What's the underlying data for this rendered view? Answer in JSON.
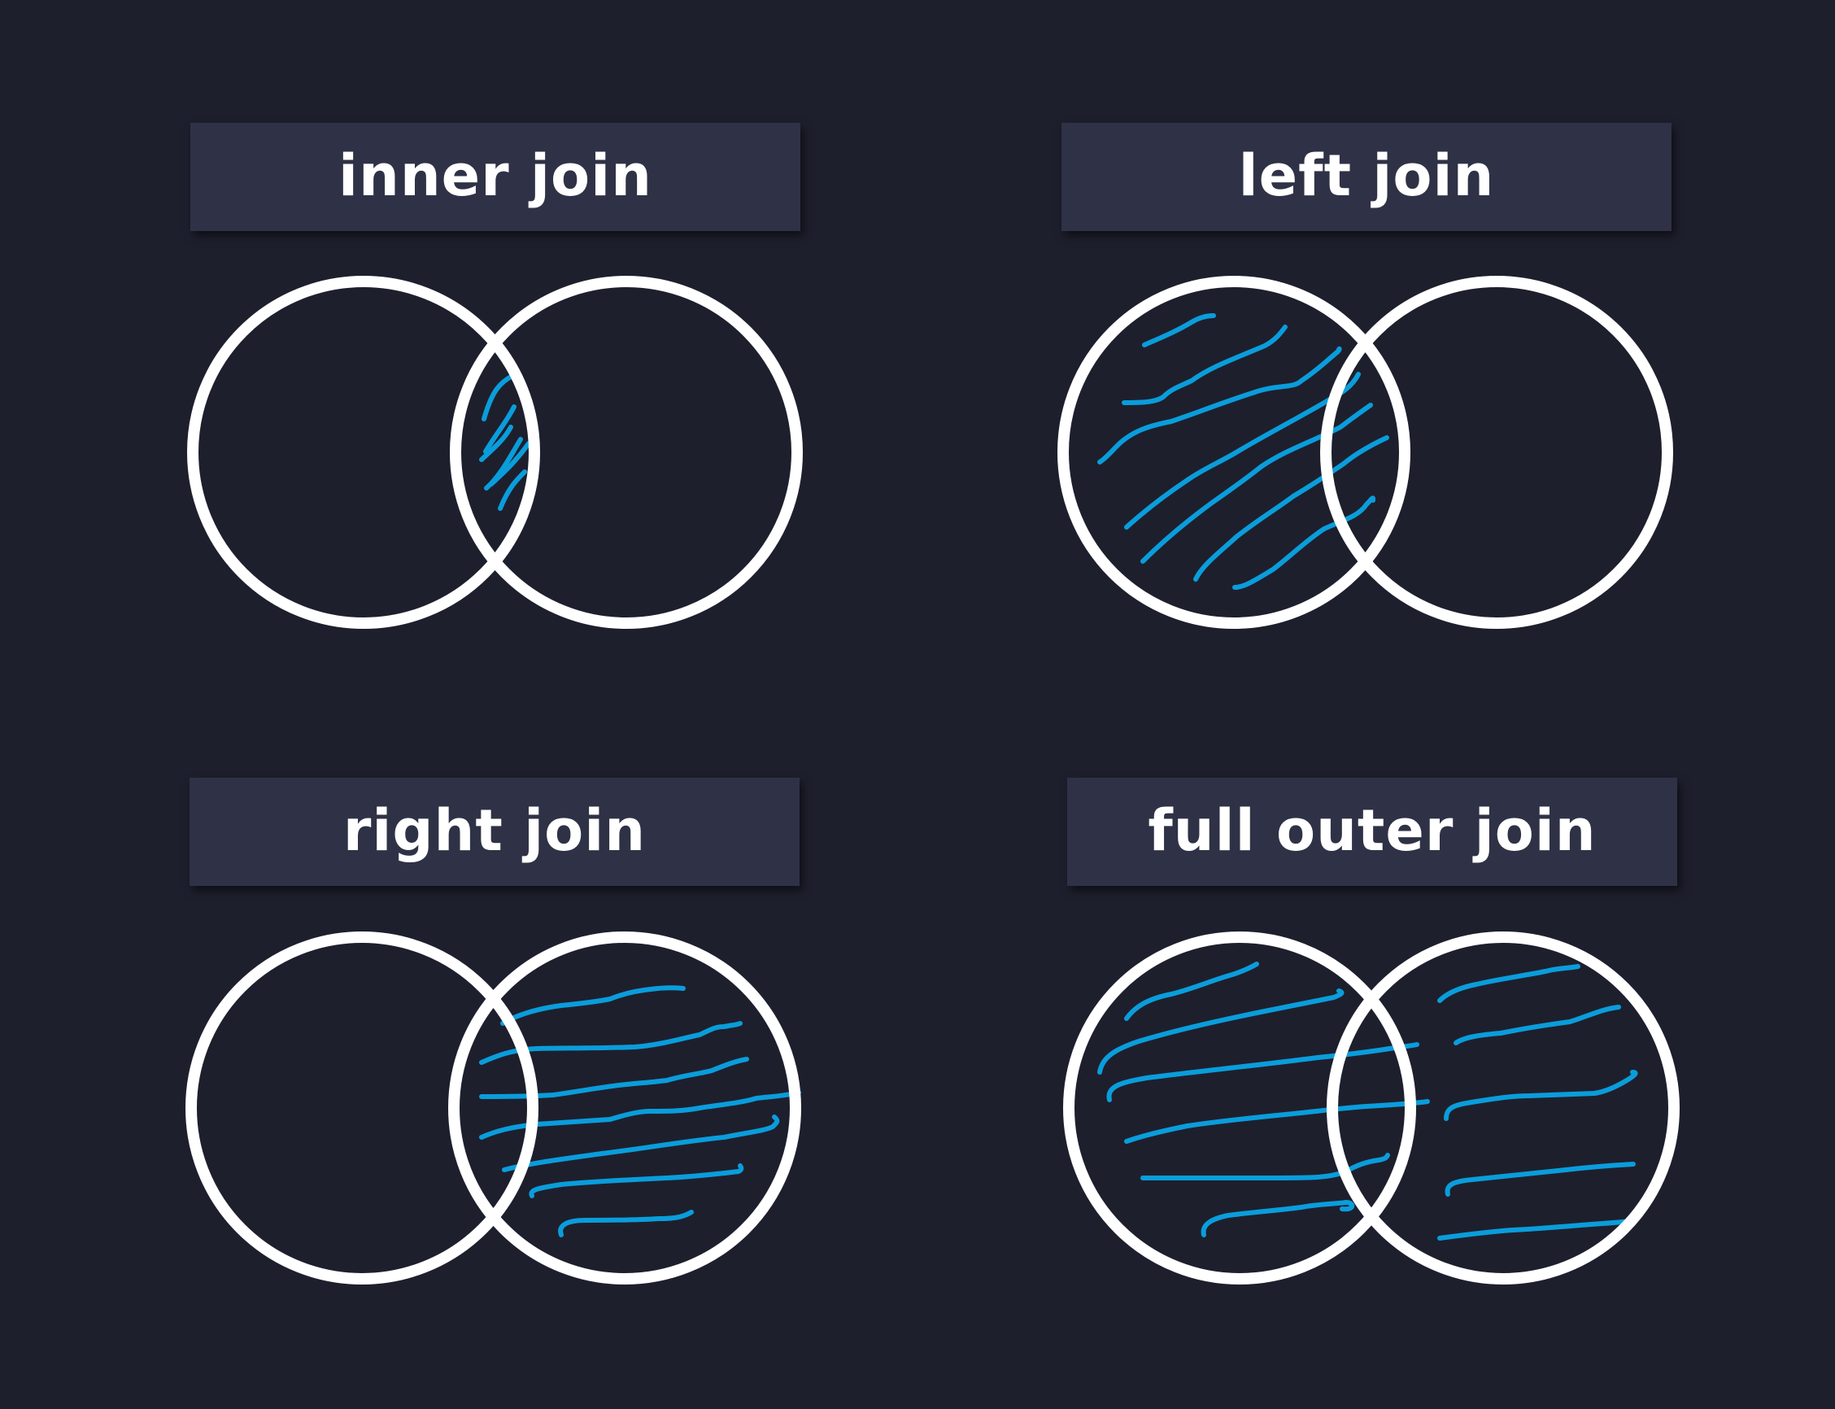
{
  "diagrams": [
    {
      "id": "inner",
      "label": "inner join",
      "shaded": "intersection"
    },
    {
      "id": "left",
      "label": "left join",
      "shaded": "left circle"
    },
    {
      "id": "right",
      "label": "right join",
      "shaded": "right circle"
    },
    {
      "id": "full",
      "label": "full outer join",
      "shaded": "both circles"
    }
  ],
  "colors": {
    "background": "#1e1f2d",
    "label_box": "#2f3246",
    "circle_stroke": "#ffffff",
    "hatch": "#0a9ddb"
  }
}
